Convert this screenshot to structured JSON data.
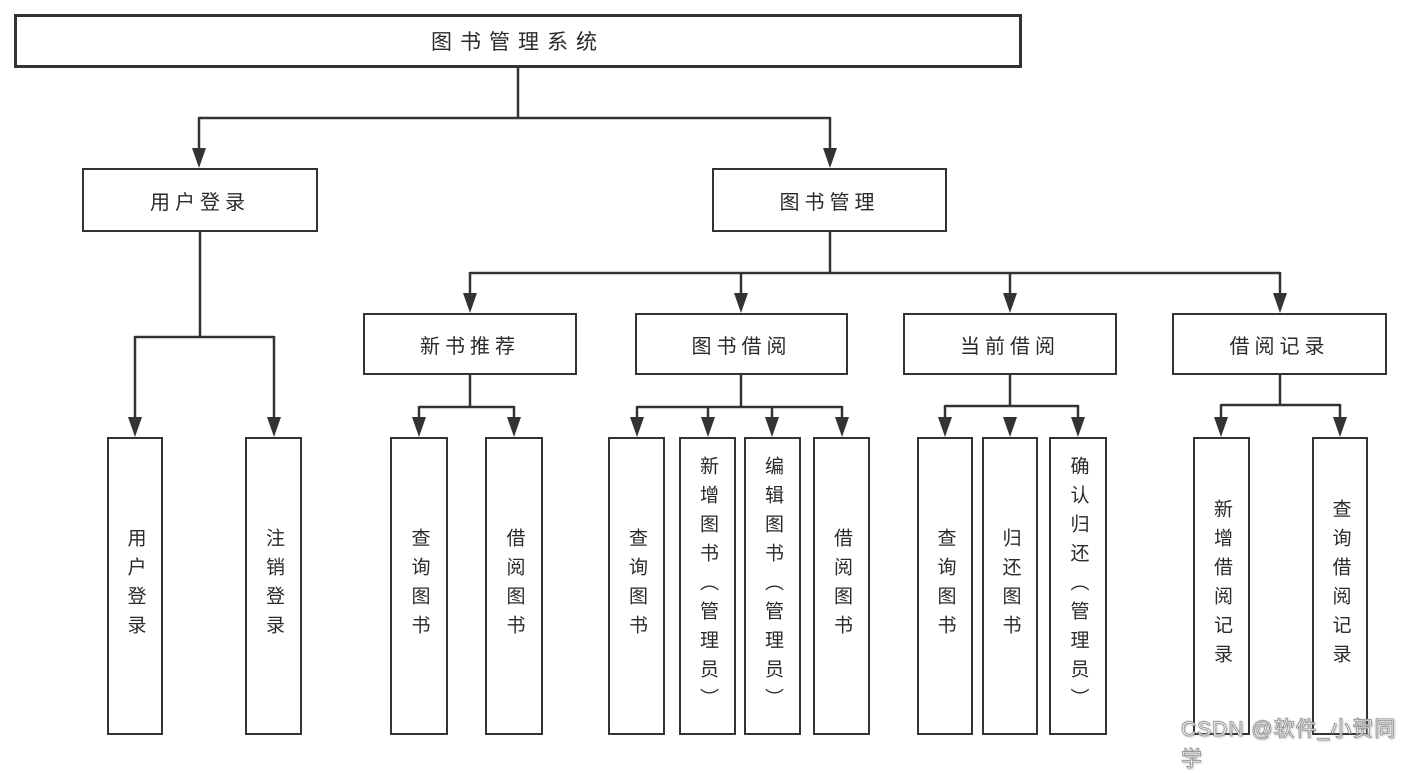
{
  "colors": {
    "line": "#333333",
    "text": "#2a2a2a",
    "background": "#ffffff",
    "watermark_text": "#ffffff"
  },
  "watermark": "CSDN @软件_小贺同学",
  "tree": {
    "root": {
      "label": "图书管理系统",
      "children": [
        {
          "label": "用户登录",
          "children": [
            {
              "label": "用户登录"
            },
            {
              "label": "注销登录"
            }
          ]
        },
        {
          "label": "图书管理",
          "children": [
            {
              "label": "新书推荐",
              "children": [
                {
                  "label": "查询图书"
                },
                {
                  "label": "借阅图书"
                }
              ]
            },
            {
              "label": "图书借阅",
              "children": [
                {
                  "label": "查询图书"
                },
                {
                  "label": "新增图书（管理员）"
                },
                {
                  "label": "编辑图书（管理员）"
                },
                {
                  "label": "借阅图书"
                }
              ]
            },
            {
              "label": "当前借阅",
              "children": [
                {
                  "label": "查询图书"
                },
                {
                  "label": "归还图书"
                },
                {
                  "label": "确认归还（管理员）"
                }
              ]
            },
            {
              "label": "借阅记录",
              "children": [
                {
                  "label": "新增借阅记录"
                },
                {
                  "label": "查询借阅记录"
                }
              ]
            }
          ]
        }
      ]
    }
  }
}
